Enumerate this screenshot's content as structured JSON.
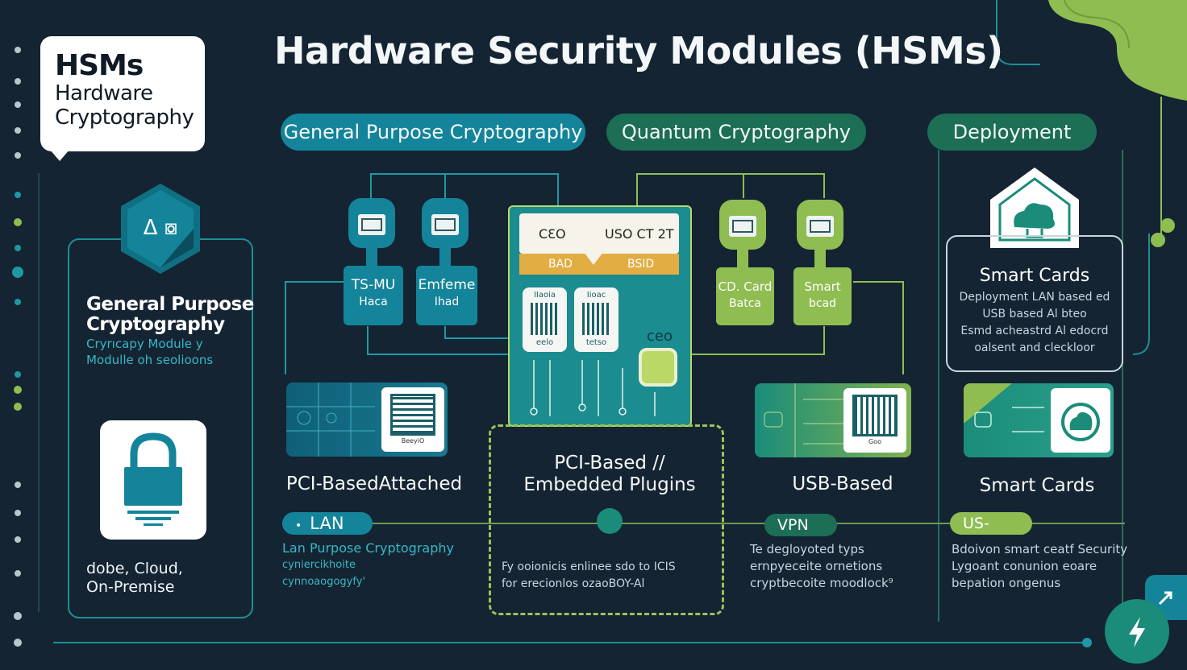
{
  "title": "Hardware Security Modules (HSMs)",
  "logo_card": {
    "line1": "HSMs",
    "line2": "Hardware",
    "line3": "Cryptography"
  },
  "categories": {
    "general": "General Purpose Cryptography",
    "quantum": "Quantum Cryptography",
    "deployment": "Deployment"
  },
  "left_panel": {
    "heading_line1": "General Purpose",
    "heading_line2": "Cryptography",
    "sub_line1": "Cryrıcapy Module у",
    "sub_line2": "Modulle oh seolioons",
    "deploy_line1": "dobe, Cloud,",
    "deploy_line2": "On-Premise"
  },
  "modules": {
    "tsmu": {
      "line1": "TS-MU",
      "line2": "Haca"
    },
    "emfeme": {
      "line1": "Emfeme",
      "line2": "Ihad"
    },
    "cd_card": {
      "line1": "CD. Card",
      "line2": "Batca"
    },
    "smart": {
      "line1": "Smart",
      "line2": "bcad"
    }
  },
  "board": {
    "top_left": "CƐO",
    "top_right": "USO CT 2T",
    "band_left": "BAD",
    "band_right": "BSID",
    "card1_top": "IIaoia",
    "card1_bottom": "eelo",
    "card2_top": "Iioac",
    "card2_bottom": "tetso",
    "circuit_text": "ceo"
  },
  "photo_left": {
    "qr_caption": "BeeyiO"
  },
  "photo_right": {
    "qr_caption": "Goo"
  },
  "labels": {
    "pci_attached": "PCI-BasedAttached",
    "pci_embedded_line1": "PCI-Based //",
    "pci_embedded_line2": "Embedded Plugins",
    "usb_based": "USB-Based",
    "smart_cards": "Smart Cards"
  },
  "tags": {
    "lan": "LAN",
    "lan_icon": "•",
    "vpn": "VPN",
    "usb": "US-"
  },
  "notes": {
    "lan_line1": "Lan Purpose Cryptography",
    "lan_line2": "cyniercikhoite",
    "lan_line3": "cynnoaogogyfy'",
    "center_line1": "Fy ooionicis enlinee sdo to ICIS",
    "center_line2": "for erecionlos ozaoBOY-Al",
    "usb_line1": "Te degloyoted typs",
    "usb_line2": "ernpyeceite ornetions",
    "usb_line3": "cryptbecoite moodlock⁹",
    "smart_line1": "Bdoivon smart ceatf Security",
    "smart_line2": "Lygoant conunion eoare",
    "smart_line3": "bepation ongenus"
  },
  "smart_card_panel": {
    "title": "Smart Cards",
    "line1": "Deployment LAN based ed",
    "line2": "USB based Al bteo",
    "line3": "Esmd acheastrd Al edocrd",
    "line4": "oalsent and cleckloor"
  },
  "hex_symbols": "Δ ⧇",
  "colors": {
    "background": "#142433",
    "teal": "#14849a",
    "green": "#1c6e55",
    "lime": "#8fbd52",
    "gold": "#e2ad42"
  }
}
